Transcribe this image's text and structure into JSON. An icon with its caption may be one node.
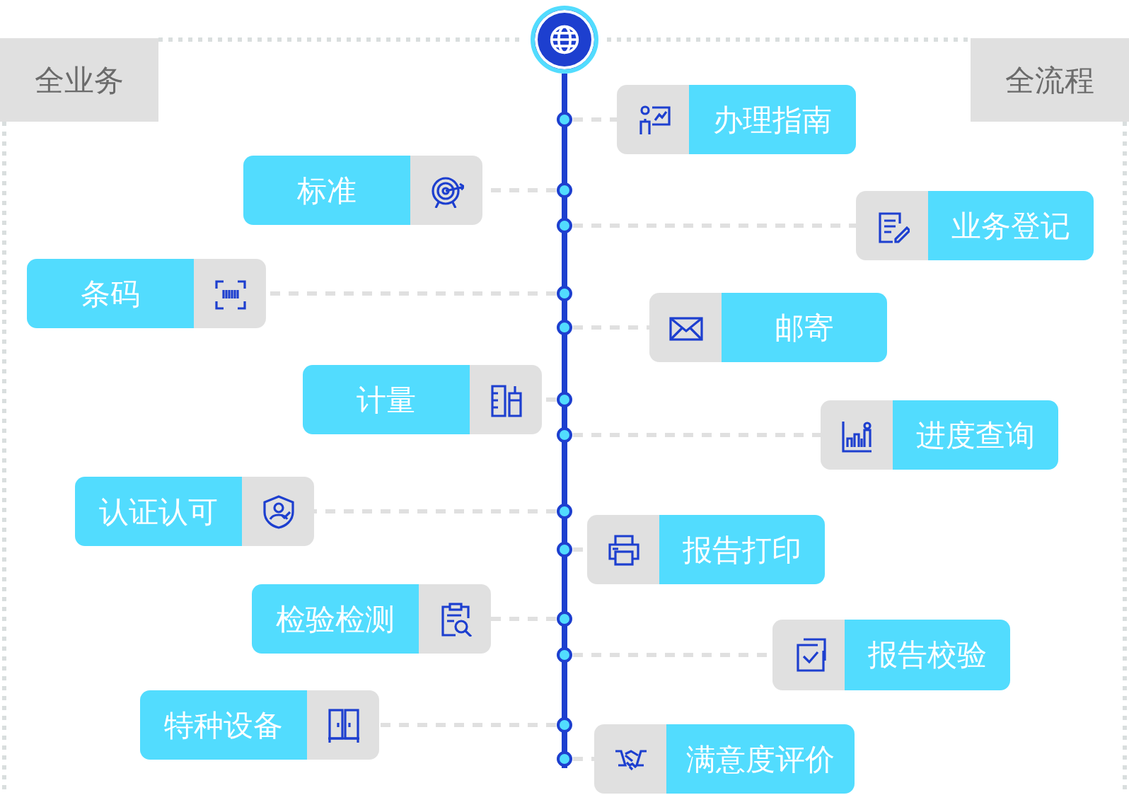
{
  "diagram": {
    "nodes": [
      {
        "text": [],
        "shape": "circle"
      },
      {
        "text": [
          "全业务"
        ]
      },
      {
        "text": [
          "全流程"
        ]
      },
      {
        "text": [],
        "shape": "bar"
      },
      {
        "text": [
          "办理指南"
        ]
      },
      {
        "text": [
          "标准"
        ]
      },
      {
        "text": [
          "业务登记"
        ]
      },
      {
        "text": [
          "条码"
        ]
      },
      {
        "text": [
          "邮寄"
        ]
      },
      {
        "text": [
          "计量"
        ]
      },
      {
        "text": [
          "进度查询"
        ]
      },
      {
        "text": [
          "认证认可"
        ]
      },
      {
        "text": [
          "报告打印"
        ]
      },
      {
        "text": [
          "检验检测"
        ]
      },
      {
        "text": [
          "报告校验"
        ]
      },
      {
        "text": [
          "特种设备"
        ]
      },
      {
        "text": [
          "满意度评价"
        ]
      }
    ],
    "edges": [
      {
        "from": 3,
        "to": 4,
        "arrow": "none",
        "style": "dashed"
      },
      {
        "from": 3,
        "to": 5,
        "arrow": "none",
        "style": "dashed"
      },
      {
        "from": 3,
        "to": 6,
        "arrow": "none",
        "style": "dashed"
      },
      {
        "from": 3,
        "to": 7,
        "arrow": "none",
        "style": "dashed"
      },
      {
        "from": 3,
        "to": 8,
        "arrow": "none",
        "style": "dashed"
      },
      {
        "from": 3,
        "to": 9,
        "arrow": "none",
        "style": "dashed"
      },
      {
        "from": 3,
        "to": 10,
        "arrow": "none",
        "style": "dashed"
      },
      {
        "from": 3,
        "to": 11,
        "arrow": "none",
        "style": "dashed"
      },
      {
        "from": 3,
        "to": 12,
        "arrow": "none",
        "style": "dashed"
      },
      {
        "from": 3,
        "to": 13,
        "arrow": "none",
        "style": "dashed"
      },
      {
        "from": 3,
        "to": 14,
        "arrow": "none",
        "style": "dashed"
      },
      {
        "from": 3,
        "to": 15,
        "arrow": "none",
        "style": "dashed"
      },
      {
        "from": 3,
        "to": 16,
        "arrow": "none",
        "style": "dashed"
      }
    ]
  }
}
